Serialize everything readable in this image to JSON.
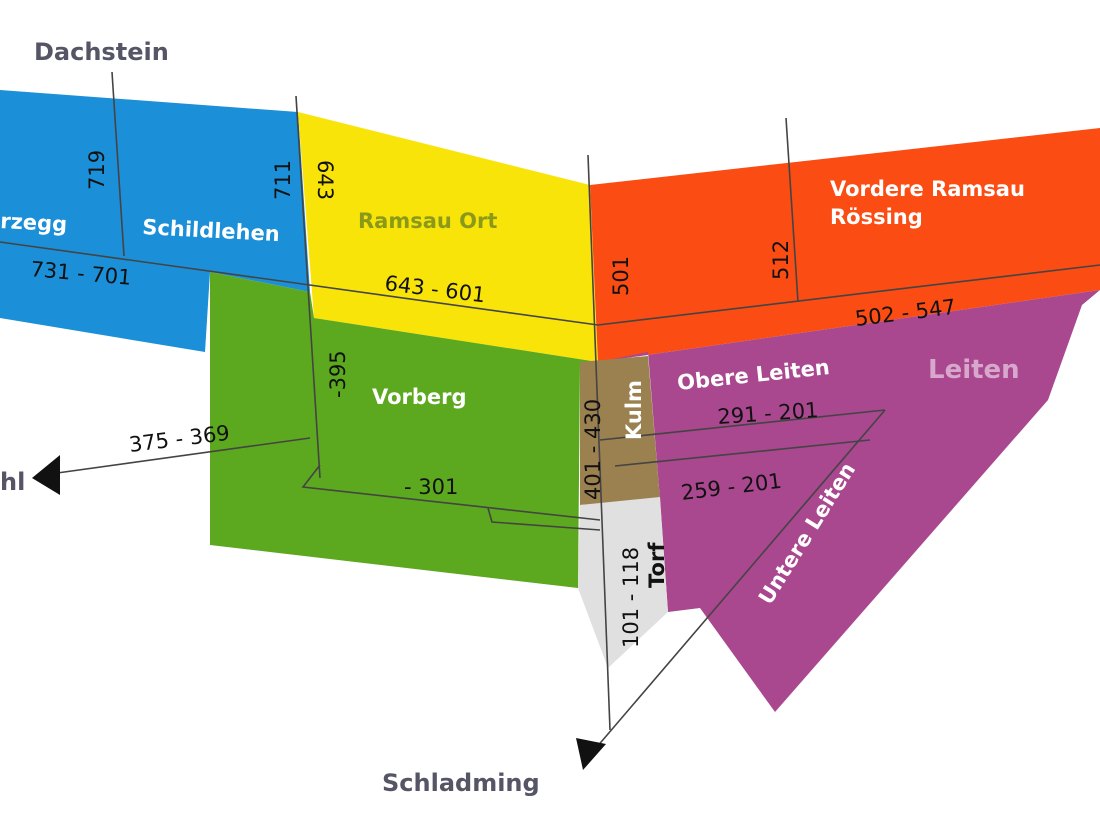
{
  "map": {
    "colors": {
      "blue": "#1b8fd8",
      "yellow": "#f9e40a",
      "orange": "#fa4c13",
      "green": "#5ca81e",
      "purple": "#a9478f",
      "brown": "#9b8050",
      "gray": "#e0e0e0",
      "road": "#444444"
    },
    "directions": {
      "dachstein": "Dachstein",
      "schladming": "Schladming",
      "west_partial": "hl"
    },
    "areas": {
      "vorderzegg_partial": "rzegg",
      "schildlehen": "Schildlehen",
      "ramsau_ort": "Ramsau Ort",
      "vordere_ramsau_line1": "Vordere Ramsau",
      "vordere_ramsau_line2": "Rössing",
      "vorberg": "Vorberg",
      "kulm": "Kulm",
      "obere_leiten": "Obere Leiten",
      "leiten": "Leiten",
      "untere_leiten": "Untere Leiten",
      "torf": "Torf"
    },
    "house_numbers": {
      "n719": "719",
      "n711": "711",
      "n643": "643",
      "n501": "501",
      "n512": "512",
      "r731_701": "731 - 701",
      "r643_601": "643 - 601",
      "r502_547": "502 - 547",
      "n395": "-395",
      "r375_369": "375 - 369",
      "n301": "- 301",
      "r401_430": "401 - 430",
      "r291_201": "291 - 201",
      "r259_201": "259 - 201",
      "r101_118": "101 - 118"
    }
  }
}
